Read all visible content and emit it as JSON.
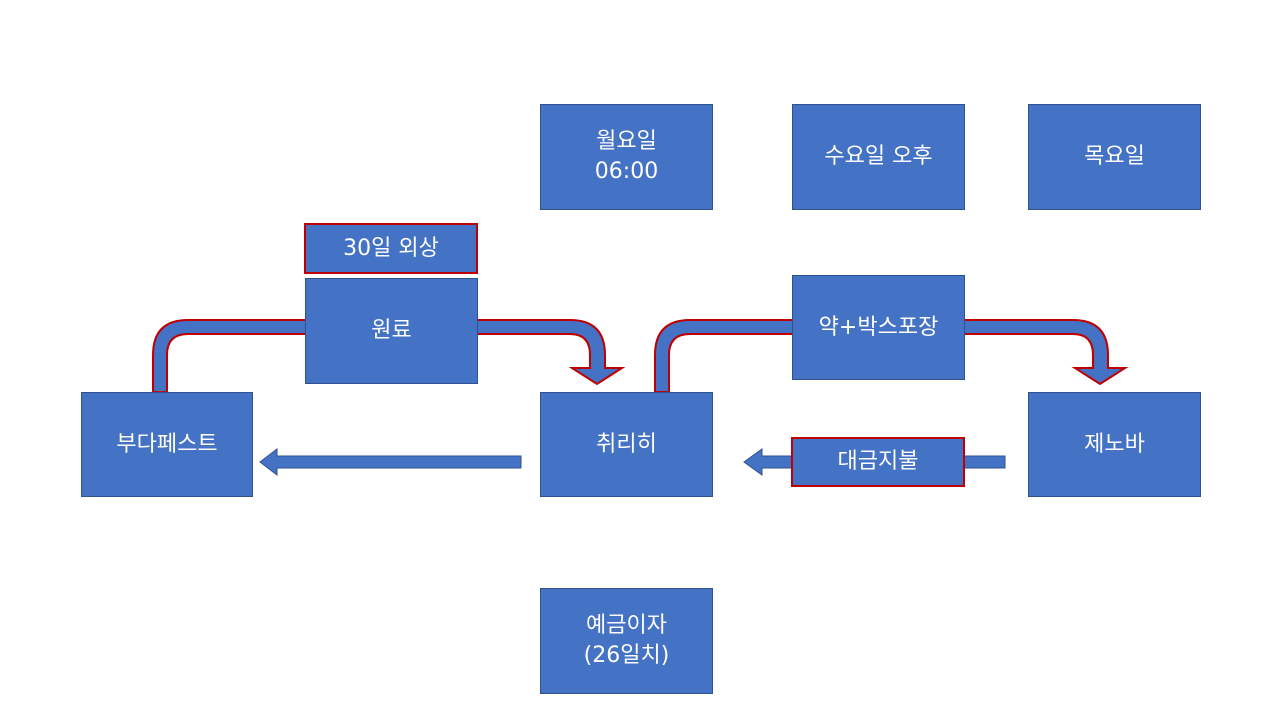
{
  "colors": {
    "box_fill": "#4472c4",
    "box_border": "#2f528f",
    "highlight_border": "#c00000",
    "arrow_fill": "#4472c4",
    "text": "#ffffff",
    "background": "#ffffff"
  },
  "schedule": {
    "monday_line1": "월요일",
    "monday_line2": "06:00",
    "wednesday": "수요일 오후",
    "thursday": "목요일"
  },
  "nodes": {
    "budapest": "부다페스트",
    "curihi": "취리히",
    "genoa": "제노바",
    "deposit_line1": "예금이자",
    "deposit_line2": "(26일치)"
  },
  "flows": {
    "raw_material": "원료",
    "credit_30": "30일 외상",
    "medicine_box": "약+박스포장",
    "payment": "대금지불"
  }
}
